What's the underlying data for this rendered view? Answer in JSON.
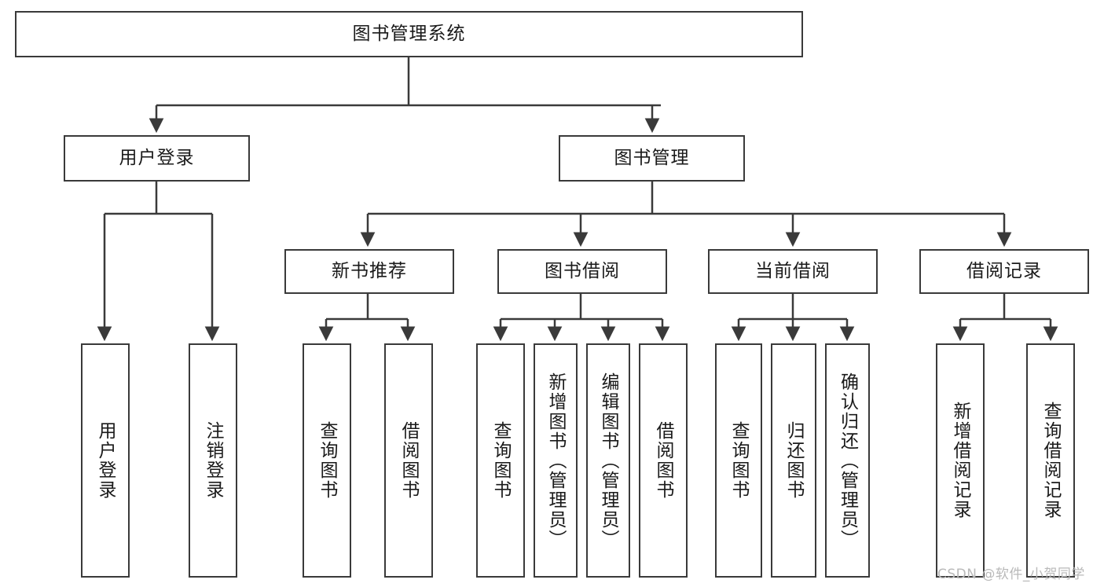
{
  "diagram": {
    "type": "tree-hierarchy",
    "title": "图书管理系统",
    "root": {
      "id": "root",
      "label": "图书管理系统",
      "orientation": "horizontal"
    },
    "level2": [
      {
        "id": "user-login",
        "label": "用户登录",
        "orientation": "horizontal"
      },
      {
        "id": "book-manage",
        "label": "图书管理",
        "orientation": "horizontal"
      }
    ],
    "level3": [
      {
        "id": "new-book-recommend",
        "label": "新书推荐",
        "orientation": "horizontal",
        "parent": "book-manage"
      },
      {
        "id": "book-borrow",
        "label": "图书借阅",
        "orientation": "horizontal",
        "parent": "book-manage"
      },
      {
        "id": "current-borrow",
        "label": "当前借阅",
        "orientation": "horizontal",
        "parent": "book-manage"
      },
      {
        "id": "borrow-record",
        "label": "借阅记录",
        "orientation": "horizontal",
        "parent": "book-manage"
      }
    ],
    "leaves": [
      {
        "id": "leaf-user-login",
        "label": "用户登录",
        "orientation": "vertical",
        "parent": "user-login"
      },
      {
        "id": "leaf-user-logout",
        "label": "注销登录",
        "orientation": "vertical",
        "parent": "user-login"
      },
      {
        "id": "leaf-query-book-1",
        "label": "查询图书",
        "orientation": "vertical",
        "parent": "new-book-recommend"
      },
      {
        "id": "leaf-borrow-book-1",
        "label": "借阅图书",
        "orientation": "vertical",
        "parent": "new-book-recommend"
      },
      {
        "id": "leaf-query-book-2",
        "label": "查询图书",
        "orientation": "vertical",
        "parent": "book-borrow"
      },
      {
        "id": "leaf-add-book",
        "label": "新增图书（管理员）",
        "orientation": "vertical",
        "parent": "book-borrow"
      },
      {
        "id": "leaf-edit-book",
        "label": "编辑图书（管理员）",
        "orientation": "vertical",
        "parent": "book-borrow"
      },
      {
        "id": "leaf-borrow-book-2",
        "label": "借阅图书",
        "orientation": "vertical",
        "parent": "book-borrow"
      },
      {
        "id": "leaf-query-book-3",
        "label": "查询图书",
        "orientation": "vertical",
        "parent": "current-borrow"
      },
      {
        "id": "leaf-return-book",
        "label": "归还图书",
        "orientation": "vertical",
        "parent": "current-borrow"
      },
      {
        "id": "leaf-confirm-return",
        "label": "确认归还（管理员）",
        "orientation": "vertical",
        "parent": "current-borrow"
      },
      {
        "id": "leaf-add-record",
        "label": "新增借阅记录",
        "orientation": "vertical",
        "parent": "borrow-record"
      },
      {
        "id": "leaf-query-record",
        "label": "查询借阅记录",
        "orientation": "vertical",
        "parent": "borrow-record"
      }
    ],
    "colors": {
      "stroke": "#3a3a3a",
      "box_fill": "#ffffff",
      "text": "#1a1a1a",
      "background": "#ffffff",
      "watermark": "#b9b9b9"
    }
  },
  "watermark": {
    "text": "CSDN @软件_小贺同学"
  }
}
